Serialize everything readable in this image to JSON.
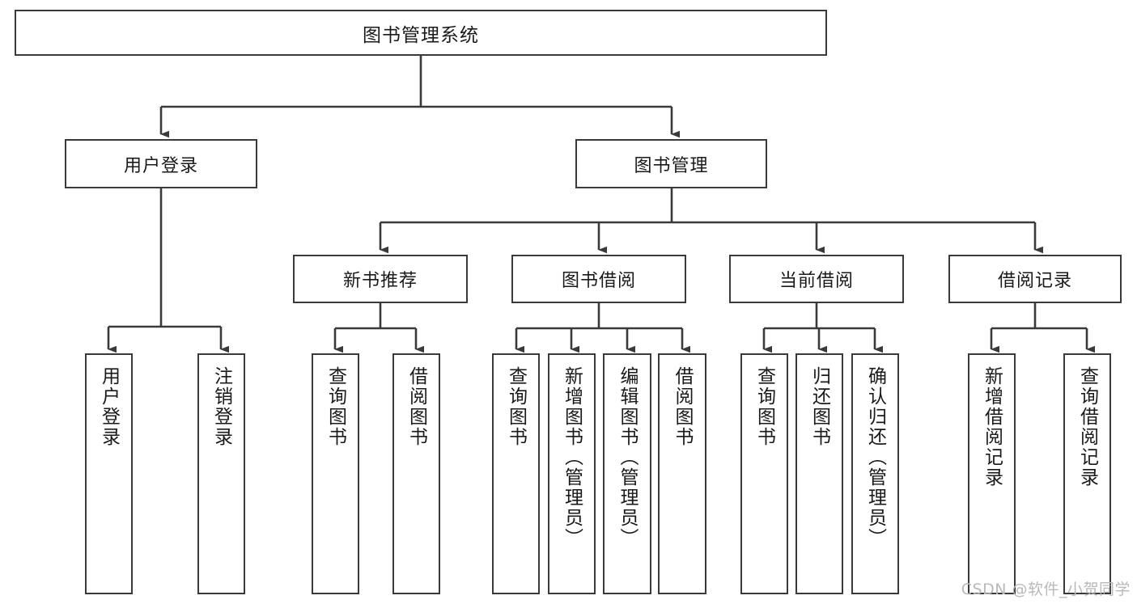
{
  "diagram": {
    "title": "图书管理系统",
    "type": "tree-hierarchy-diagram",
    "colors": {
      "box_border": "#3a3a3a",
      "box_fill": "#ffffff",
      "connector": "#3a3a3a",
      "text": "#1a1a1a",
      "watermark": "#b9b9b9",
      "background": "#ffffff"
    },
    "root": {
      "label": "图书管理系统"
    },
    "level2": [
      {
        "label": "用户登录"
      },
      {
        "label": "图书管理"
      }
    ],
    "level3": [
      {
        "label": "新书推荐"
      },
      {
        "label": "图书借阅"
      },
      {
        "label": "当前借阅"
      },
      {
        "label": "借阅记录"
      }
    ],
    "leaves": {
      "user_login": [
        {
          "label": "用户登录"
        },
        {
          "label": "注销登录"
        }
      ],
      "new_book_recommend": [
        {
          "label": "查询图书"
        },
        {
          "label": "借阅图书"
        }
      ],
      "book_borrow": [
        {
          "label": "查询图书"
        },
        {
          "label": "新增图书（管理员）"
        },
        {
          "label": "编辑图书（管理员）"
        },
        {
          "label": "借阅图书"
        }
      ],
      "current_borrow": [
        {
          "label": "查询图书"
        },
        {
          "label": "归还图书"
        },
        {
          "label": "确认归还（管理员）"
        }
      ],
      "borrow_record": [
        {
          "label": "新增借阅记录"
        },
        {
          "label": "查询借阅记录"
        }
      ]
    },
    "watermark": "CSDN @软件_小贺同学"
  }
}
